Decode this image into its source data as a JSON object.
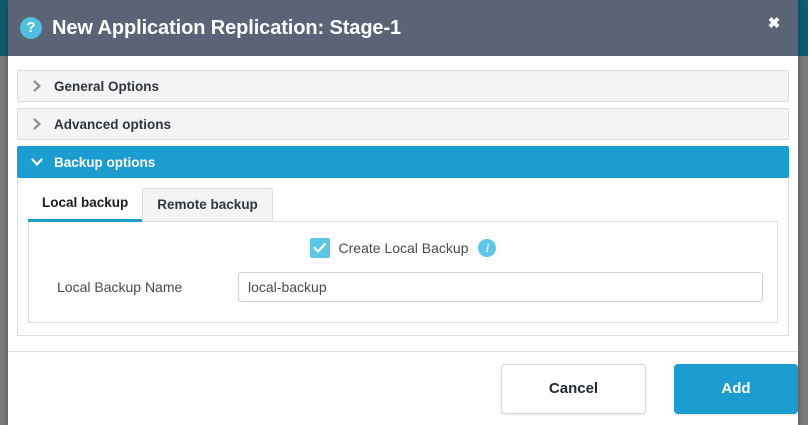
{
  "modal": {
    "help_icon": "question-circle-icon",
    "title": "New Application Replication: Stage-1",
    "close_label": "✖",
    "accent_color": "#1b9dd0",
    "header_color": "#5b6376"
  },
  "accordion": {
    "items": [
      {
        "label": "General Options",
        "expanded": false,
        "icon": "chevron-right-icon"
      },
      {
        "label": "Advanced options",
        "expanded": false,
        "icon": "chevron-right-icon"
      },
      {
        "label": "Backup options",
        "expanded": true,
        "icon": "chevron-down-icon"
      }
    ]
  },
  "tabs": [
    {
      "label": "Local backup",
      "active": true
    },
    {
      "label": "Remote backup",
      "active": false
    }
  ],
  "local_backup": {
    "checkbox": {
      "label": "Create Local Backup",
      "checked": true,
      "check_icon": "check-icon",
      "info_icon": "info-circle-icon",
      "info_glyph": "i"
    },
    "name_field": {
      "label": "Local Backup Name",
      "value": "local-backup",
      "placeholder": ""
    }
  },
  "footer": {
    "cancel_label": "Cancel",
    "add_label": "Add"
  }
}
